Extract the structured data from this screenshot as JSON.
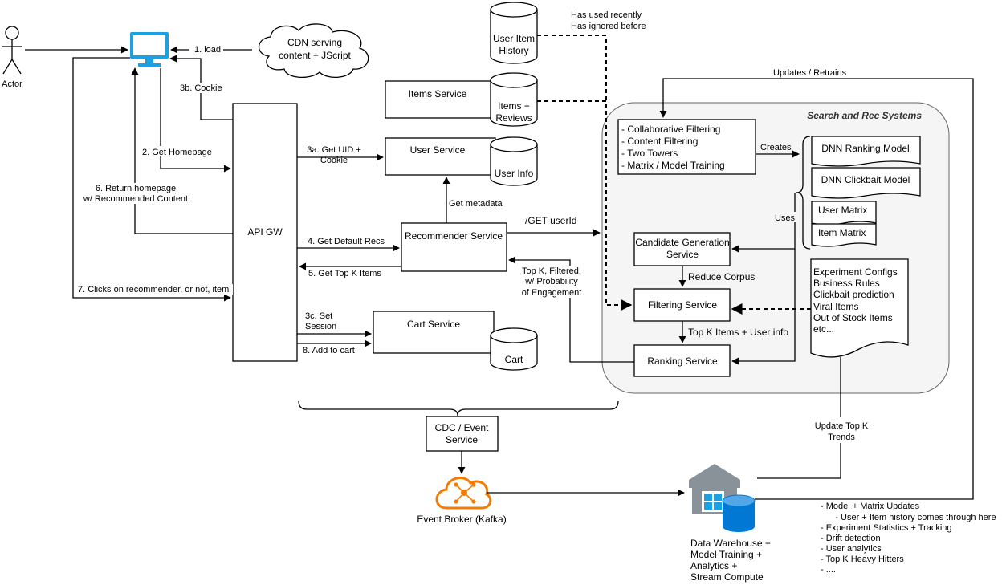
{
  "actor": {
    "label": "Actor"
  },
  "cdn": {
    "lines": [
      "CDN serving",
      "content + JScript"
    ]
  },
  "api_gw": {
    "label": "API GW"
  },
  "items_service": {
    "label": "Items Service"
  },
  "user_service": {
    "label": "User Service"
  },
  "recommender_service": {
    "label": "Recommender Service"
  },
  "cart_service": {
    "label": "Cart Service"
  },
  "cdc_service": {
    "lines": [
      "CDC / Event",
      "Service"
    ]
  },
  "event_broker": {
    "label": "Event Broker (Kafka)"
  },
  "data_warehouse": {
    "lines": [
      "Data Warehouse +",
      "Model Training +",
      "Analytics +",
      "Stream Compute"
    ]
  },
  "databases": {
    "user_item_history": [
      "User Item",
      "History"
    ],
    "items_reviews": [
      "Items +",
      "Reviews"
    ],
    "user_info": [
      "User Info"
    ],
    "cart": [
      "Cart"
    ]
  },
  "history_note": [
    "Has used recently",
    "Has ignored before"
  ],
  "search_rec": {
    "title": "Search and Rec Systems",
    "training_box": [
      "- Collaborative Filtering",
      "- Content Filtering",
      "- Two Towers",
      "- Matrix / Model Training"
    ],
    "dnn_ranking": "DNN Ranking Model",
    "dnn_clickbait": "DNN Clickbait Model",
    "user_matrix": "User Matrix",
    "item_matrix": "Item Matrix",
    "candidate_generation": [
      "Candidate Generation",
      "Service"
    ],
    "filtering_service": "Filtering Service",
    "ranking_service": "Ranking Service",
    "config_doc": [
      "Experiment Configs",
      "Business Rules",
      "Clickbait prediction",
      "Viral Items",
      "Out of Stock Items",
      "etc..."
    ]
  },
  "edge_labels": {
    "load": "1. load",
    "cookie": "3b. Cookie",
    "get_homepage": "2. Get Homepage",
    "return_homepage": [
      "6. Return homepage",
      "w/ Recommended Content"
    ],
    "clicks": "7. Clicks on recommender, or not, item",
    "get_uid": [
      "3a. Get UID +",
      "Cookie"
    ],
    "get_default_recs": "4. Get Default Recs",
    "get_top_k": "5. Get Top K Items",
    "set_session": [
      "3c. Set",
      "Session"
    ],
    "add_to_cart": "8. Add to cart",
    "get_metadata": "Get metadata",
    "get_userid": "/GET userId",
    "top_k_filtered": [
      "Top K, Filtered,",
      "w/ Probability",
      "of Engagement"
    ],
    "updates_retrains": "Updates / Retrains",
    "creates": "Creates",
    "uses": "Uses",
    "reduce_corpus": "Reduce Corpus",
    "top_k_user_info": "Top K Items + User info",
    "update_top_k": [
      "Update Top K",
      "Trends"
    ]
  },
  "warehouse_notes": [
    "- Model + Matrix Updates",
    "      - User + Item history comes through here",
    "- Experiment Statistics + Tracking",
    "- Drift detection",
    "- User analytics",
    "- Top K Heavy Hitters",
    "- ...."
  ],
  "colors": {
    "monitor": "#1ba1e2",
    "kafka": "#f57c00",
    "warehouse_grey": "#8a9299",
    "warehouse_blue": "#0078d4",
    "group_fill": "#f5f5f5"
  }
}
